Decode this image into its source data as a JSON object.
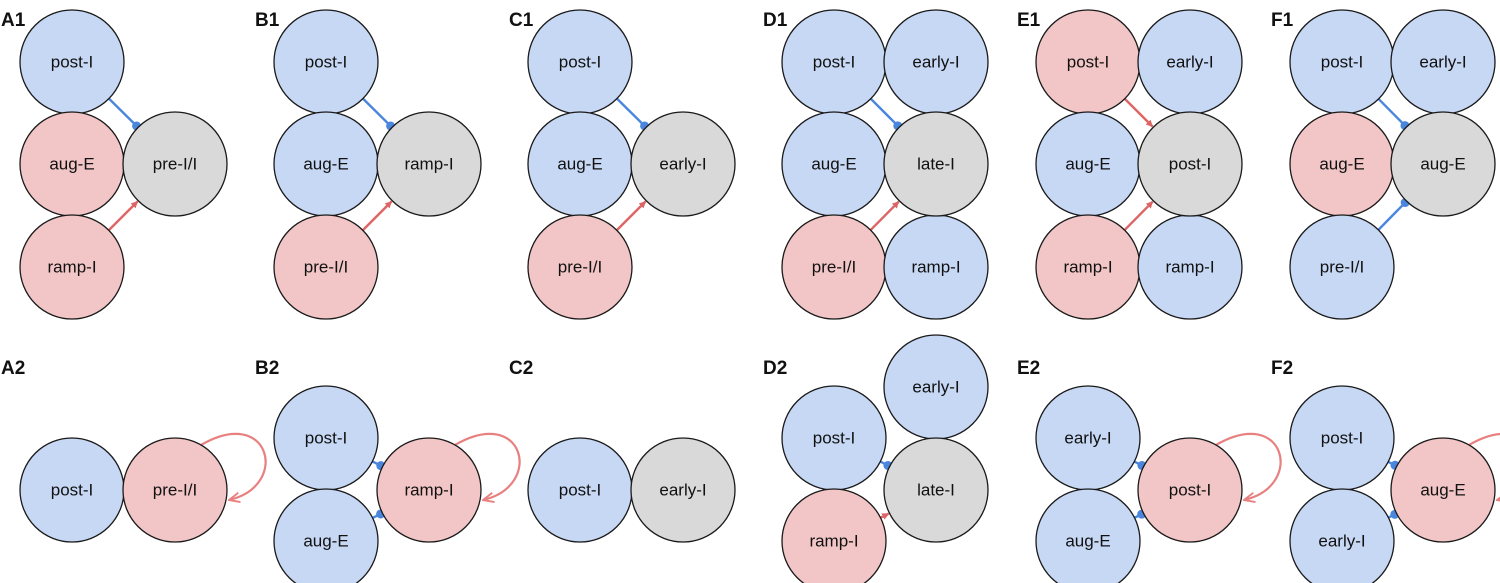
{
  "colors": {
    "excitatory_fill": "#f2c6c6",
    "inhibitory_fill": "#c7d8f5",
    "target_fill": "#d9d9d9",
    "excitatory_edge": "#dd6565",
    "inhibitory_edge": "#4a86de",
    "self_loop": "#e88080",
    "node_stroke": "#1a1a1a"
  },
  "panels": [
    {
      "id": "A1",
      "label": "A1",
      "nodes": [
        {
          "id": "post",
          "label": "post-I",
          "type": "inhibitory"
        },
        {
          "id": "aug",
          "label": "aug-E",
          "type": "excitatory"
        },
        {
          "id": "ramp",
          "label": "ramp-I",
          "type": "excitatory"
        },
        {
          "id": "target",
          "label": "pre-I/I",
          "type": "target"
        }
      ],
      "edges": [
        {
          "from": "post",
          "to": "target",
          "kind": "inhibitory"
        },
        {
          "from": "aug",
          "to": "target",
          "kind": "excitatory"
        },
        {
          "from": "ramp",
          "to": "target",
          "kind": "excitatory"
        }
      ]
    },
    {
      "id": "B1",
      "label": "B1",
      "nodes": [
        {
          "id": "post",
          "label": "post-I",
          "type": "inhibitory"
        },
        {
          "id": "aug",
          "label": "aug-E",
          "type": "inhibitory"
        },
        {
          "id": "pre",
          "label": "pre-I/I",
          "type": "excitatory"
        },
        {
          "id": "target",
          "label": "ramp-I",
          "type": "target"
        }
      ],
      "edges": [
        {
          "from": "post",
          "to": "target",
          "kind": "inhibitory"
        },
        {
          "from": "aug",
          "to": "target",
          "kind": "inhibitory"
        },
        {
          "from": "pre",
          "to": "target",
          "kind": "excitatory"
        }
      ]
    },
    {
      "id": "C1",
      "label": "C1",
      "nodes": [
        {
          "id": "post",
          "label": "post-I",
          "type": "inhibitory"
        },
        {
          "id": "aug",
          "label": "aug-E",
          "type": "inhibitory"
        },
        {
          "id": "pre",
          "label": "pre-I/I",
          "type": "excitatory"
        },
        {
          "id": "target",
          "label": "early-I",
          "type": "target"
        }
      ],
      "edges": [
        {
          "from": "post",
          "to": "target",
          "kind": "inhibitory"
        },
        {
          "from": "aug",
          "to": "target",
          "kind": "inhibitory"
        },
        {
          "from": "pre",
          "to": "target",
          "kind": "excitatory"
        }
      ]
    },
    {
      "id": "D1",
      "label": "D1",
      "nodes": [
        {
          "id": "post",
          "label": "post-I",
          "type": "inhibitory"
        },
        {
          "id": "aug",
          "label": "aug-E",
          "type": "inhibitory"
        },
        {
          "id": "pre",
          "label": "pre-I/I",
          "type": "excitatory"
        },
        {
          "id": "early",
          "label": "early-I",
          "type": "inhibitory"
        },
        {
          "id": "ramp",
          "label": "ramp-I",
          "type": "inhibitory"
        },
        {
          "id": "target",
          "label": "late-I",
          "type": "target"
        }
      ],
      "edges": [
        {
          "from": "post",
          "to": "target",
          "kind": "inhibitory"
        },
        {
          "from": "aug",
          "to": "target",
          "kind": "inhibitory"
        },
        {
          "from": "pre",
          "to": "target",
          "kind": "excitatory"
        },
        {
          "from": "early",
          "to": "target",
          "kind": "inhibitory"
        },
        {
          "from": "ramp",
          "to": "target",
          "kind": "inhibitory"
        }
      ]
    },
    {
      "id": "E1",
      "label": "E1",
      "nodes": [
        {
          "id": "post",
          "label": "post-I",
          "type": "excitatory"
        },
        {
          "id": "aug",
          "label": "aug-E",
          "type": "inhibitory"
        },
        {
          "id": "ramp",
          "label": "ramp-I",
          "type": "excitatory"
        },
        {
          "id": "early",
          "label": "early-I",
          "type": "inhibitory"
        },
        {
          "id": "ramp2",
          "label": "ramp-I",
          "type": "inhibitory"
        },
        {
          "id": "target",
          "label": "post-I",
          "type": "target"
        }
      ],
      "edges": [
        {
          "from": "post",
          "to": "target",
          "kind": "excitatory"
        },
        {
          "from": "aug",
          "to": "target",
          "kind": "inhibitory"
        },
        {
          "from": "ramp",
          "to": "target",
          "kind": "excitatory"
        },
        {
          "from": "early",
          "to": "target",
          "kind": "inhibitory"
        },
        {
          "from": "ramp2",
          "to": "target",
          "kind": "inhibitory"
        }
      ]
    },
    {
      "id": "F1",
      "label": "F1",
      "nodes": [
        {
          "id": "post",
          "label": "post-I",
          "type": "inhibitory"
        },
        {
          "id": "aug",
          "label": "aug-E",
          "type": "excitatory"
        },
        {
          "id": "pre",
          "label": "pre-I/I",
          "type": "inhibitory"
        },
        {
          "id": "early",
          "label": "early-I",
          "type": "inhibitory"
        },
        {
          "id": "target",
          "label": "aug-E",
          "type": "target"
        }
      ],
      "edges": [
        {
          "from": "post",
          "to": "target",
          "kind": "inhibitory"
        },
        {
          "from": "aug",
          "to": "target",
          "kind": "excitatory"
        },
        {
          "from": "pre",
          "to": "target",
          "kind": "inhibitory"
        },
        {
          "from": "early",
          "to": "target",
          "kind": "inhibitory"
        }
      ]
    },
    {
      "id": "A2",
      "label": "A2",
      "nodes": [
        {
          "id": "post",
          "label": "post-I",
          "type": "inhibitory"
        },
        {
          "id": "target",
          "label": "pre-I/I",
          "type": "excitatory"
        }
      ],
      "edges": [
        {
          "from": "post",
          "to": "target",
          "kind": "inhibitory"
        },
        {
          "from": "target",
          "to": "target",
          "kind": "self"
        }
      ]
    },
    {
      "id": "B2",
      "label": "B2",
      "nodes": [
        {
          "id": "post",
          "label": "post-I",
          "type": "inhibitory"
        },
        {
          "id": "aug",
          "label": "aug-E",
          "type": "inhibitory"
        },
        {
          "id": "target",
          "label": "ramp-I",
          "type": "excitatory"
        }
      ],
      "edges": [
        {
          "from": "post",
          "to": "target",
          "kind": "inhibitory"
        },
        {
          "from": "aug",
          "to": "target",
          "kind": "inhibitory"
        },
        {
          "from": "target",
          "to": "target",
          "kind": "self"
        }
      ]
    },
    {
      "id": "C2",
      "label": "C2",
      "nodes": [
        {
          "id": "post",
          "label": "post-I",
          "type": "inhibitory"
        },
        {
          "id": "target",
          "label": "early-I",
          "type": "target"
        }
      ],
      "edges": [
        {
          "from": "post",
          "to": "target",
          "kind": "inhibitory"
        }
      ]
    },
    {
      "id": "D2",
      "label": "D2",
      "nodes": [
        {
          "id": "early",
          "label": "early-I",
          "type": "inhibitory"
        },
        {
          "id": "post",
          "label": "post-I",
          "type": "inhibitory"
        },
        {
          "id": "ramp",
          "label": "ramp-I",
          "type": "excitatory"
        },
        {
          "id": "target",
          "label": "late-I",
          "type": "target"
        }
      ],
      "edges": [
        {
          "from": "early",
          "to": "target",
          "kind": "inhibitory"
        },
        {
          "from": "post",
          "to": "target",
          "kind": "inhibitory"
        },
        {
          "from": "ramp",
          "to": "target",
          "kind": "excitatory"
        }
      ]
    },
    {
      "id": "E2",
      "label": "E2",
      "nodes": [
        {
          "id": "early",
          "label": "early-I",
          "type": "inhibitory"
        },
        {
          "id": "aug",
          "label": "aug-E",
          "type": "inhibitory"
        },
        {
          "id": "target",
          "label": "post-I",
          "type": "excitatory"
        }
      ],
      "edges": [
        {
          "from": "early",
          "to": "target",
          "kind": "inhibitory"
        },
        {
          "from": "aug",
          "to": "target",
          "kind": "inhibitory"
        },
        {
          "from": "target",
          "to": "target",
          "kind": "self"
        }
      ]
    },
    {
      "id": "F2",
      "label": "F2",
      "nodes": [
        {
          "id": "post",
          "label": "post-I",
          "type": "inhibitory"
        },
        {
          "id": "early",
          "label": "early-I",
          "type": "inhibitory"
        },
        {
          "id": "target",
          "label": "aug-E",
          "type": "excitatory"
        }
      ],
      "edges": [
        {
          "from": "post",
          "to": "target",
          "kind": "inhibitory"
        },
        {
          "from": "early",
          "to": "target",
          "kind": "inhibitory"
        },
        {
          "from": "target",
          "to": "target",
          "kind": "self"
        }
      ]
    }
  ]
}
